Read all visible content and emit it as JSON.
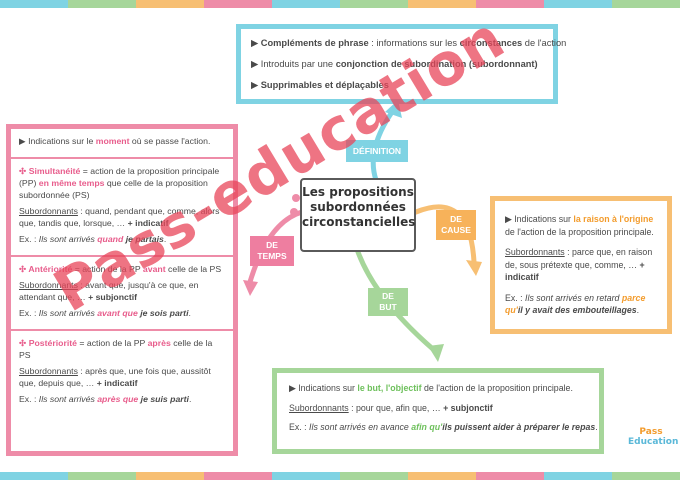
{
  "colors": {
    "stripe": [
      "#7fd3e3",
      "#a6d69a",
      "#f7bf73",
      "#ee8ca8",
      "#7fd3e3",
      "#a6d69a",
      "#f7bf73",
      "#ee8ca8",
      "#7fd3e3",
      "#a6d69a"
    ],
    "definition": "#7fd3e3",
    "temps": "#ee8ca8",
    "cause": "#f7bf73",
    "but": "#a6d69a"
  },
  "center": {
    "line1": "Les propositions",
    "line2": "subordonnées",
    "line3": "circonstancielles"
  },
  "labels": {
    "definition": "DÉFINITION",
    "temps_1": "DE",
    "temps_2": "TEMPS",
    "cause_1": "DE",
    "cause_2": "CAUSE",
    "but_1": "DE",
    "but_2": "BUT"
  },
  "definition": {
    "l1_a": "Compléments de phrase",
    "l1_b": " : informations sur les ",
    "l1_c": "circonstances",
    "l1_d": " de l'action",
    "l2_a": "Introduits par une ",
    "l2_b": "conjonction de subordination (subordonnant)",
    "l3": "Supprimables et déplaçables"
  },
  "temps": {
    "intro_a": "Indications sur le ",
    "intro_b": "moment",
    "intro_c": " où se passe l'action.",
    "simul_title": "✣ Simultanéité",
    "simul_a": " = action de la proposition principale (PP) ",
    "simul_b": "en même temps",
    "simul_c": " que celle de la proposition subordonnée (PS)",
    "simul_sub_label": "Subordonnants",
    "simul_sub_text": " : quand, pendant que, comme, alors que, tandis que, lorsque, … ",
    "simul_mode": "+ indicatif",
    "simul_ex_a": "Ex. : ",
    "simul_ex_b": "Ils sont arrivés ",
    "simul_ex_c": "quand",
    "simul_ex_d": " je partais",
    "simul_ex_e": ".",
    "ant_title": "✣ Antériorité",
    "ant_a": " = action de la PP ",
    "ant_b": "avant",
    "ant_c": " celle de la PS",
    "ant_sub_label": "Subordonnants",
    "ant_sub_text": " : avant que, jusqu'à ce que, en attendant que, … ",
    "ant_mode": "+ subjonctif",
    "ant_ex_a": "Ex. : ",
    "ant_ex_b": "Ils sont arrivés ",
    "ant_ex_c": "avant que",
    "ant_ex_d": " je sois parti",
    "ant_ex_e": ".",
    "post_title": "✣ Postériorité",
    "post_a": " = action de la PP ",
    "post_b": "après",
    "post_c": " celle de la PS",
    "post_sub_label": "Subordonnants",
    "post_sub_text": " : après que, une fois que, aussitôt que, depuis que, … ",
    "post_mode": "+ indicatif",
    "post_ex_a": "Ex. : ",
    "post_ex_b": "Ils sont arrivés ",
    "post_ex_c": "après que",
    "post_ex_d": " je suis parti",
    "post_ex_e": "."
  },
  "cause": {
    "intro_a": "Indications sur ",
    "intro_b": "la raison à l'origine",
    "intro_c": " de l'action de la proposition principale.",
    "sub_label": "Subordonnants",
    "sub_text": " : parce que, en raison de, sous prétexte que, comme, … ",
    "mode": "+ indicatif",
    "ex_a": "Ex. : ",
    "ex_b": "Ils sont arrivés en retard ",
    "ex_c": "parce qu'",
    "ex_d": "il y avait des embouteillages",
    "ex_e": "."
  },
  "but": {
    "intro_a": "Indications sur ",
    "intro_b": "le but, l'objectif",
    "intro_c": " de l'action de la proposition principale.",
    "sub_label": "Subordonnants",
    "sub_text": " : pour que, afin que, … ",
    "mode": "+ subjonctif",
    "ex_a": "Ex. : ",
    "ex_b": "Ils sont arrivés en avance ",
    "ex_c": "afin qu'",
    "ex_d": "ils puissent aider à préparer le repas",
    "ex_e": "."
  },
  "watermark": "Pass-education",
  "logo": {
    "line1": "Pass",
    "line2": "Education"
  }
}
